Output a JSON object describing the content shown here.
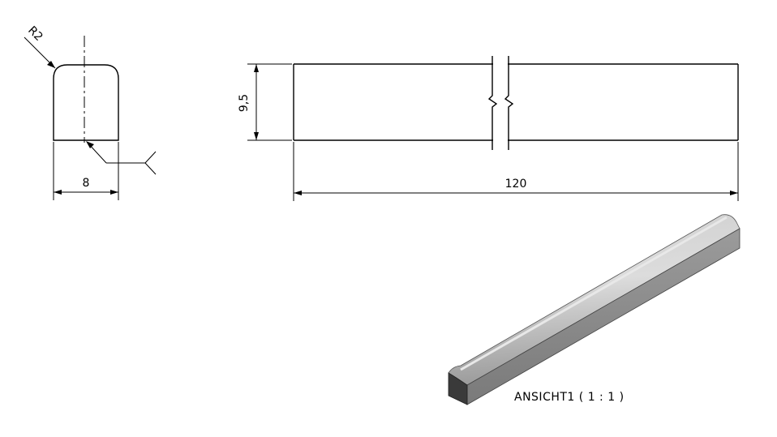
{
  "drawing": {
    "dimensions": {
      "radius": "R2",
      "width": "8",
      "height": "9,5",
      "length": "120"
    },
    "view_label": "ANSICHT1 ( 1 : 1 )",
    "colors": {
      "line": "#000000",
      "part_top": "#b5b5b5",
      "part_side": "#8c8c8c",
      "part_end": "#3a3a3a"
    }
  }
}
